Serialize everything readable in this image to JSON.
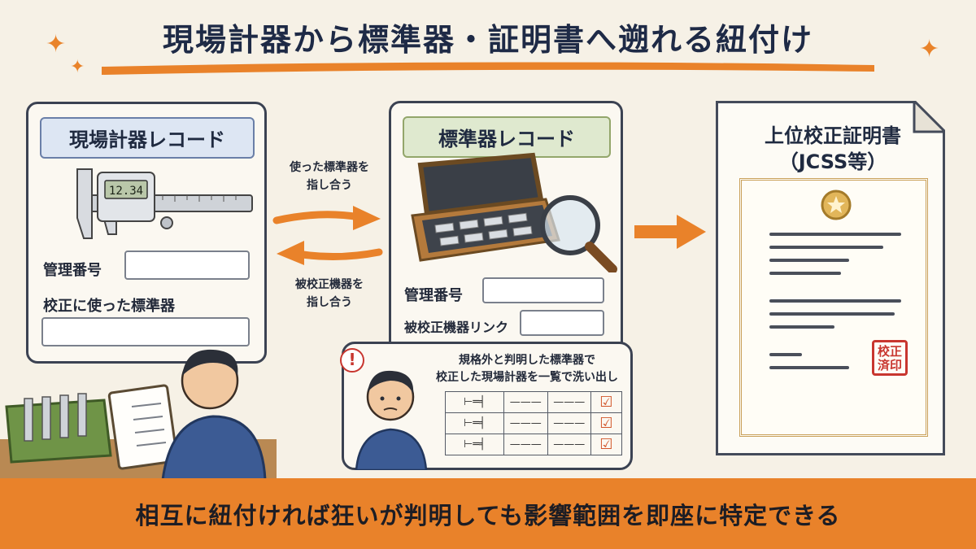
{
  "title": "現場計器から標準器・証明書へ遡れる紐付け",
  "field_card": {
    "header": "現場計器レコード",
    "lcd_value": "12.34",
    "label_id": "管理番号",
    "label_standard": "校正に使った標準器"
  },
  "arrows": {
    "right_label_1": "使った標準器を",
    "right_label_2": "指し合う",
    "left_label_1": "被校正機器を",
    "left_label_2": "指し合う"
  },
  "standard_card": {
    "header": "標準器レコード",
    "label_id": "管理番号",
    "label_link": "被校正機器リンク"
  },
  "certificate": {
    "title_1": "上位校正証明書",
    "title_2": "（JCSS等）",
    "stamp_1": "校正",
    "stamp_2": "済印"
  },
  "bubble": {
    "line_1": "規格外と判明した標準器で",
    "line_2": "校正した現場計器を一覧で洗い出し",
    "alert": "!",
    "rows": [
      {
        "c1": "———",
        "c2": "———"
      },
      {
        "c1": "———",
        "c2": "———"
      },
      {
        "c1": "———",
        "c2": "———"
      }
    ]
  },
  "footer": "相互に紐付ければ狂いが判明しても影響範囲を即座に特定できる",
  "colors": {
    "accent": "#e9822a",
    "navy": "#1e2a46",
    "background": "#f6f1e6"
  }
}
